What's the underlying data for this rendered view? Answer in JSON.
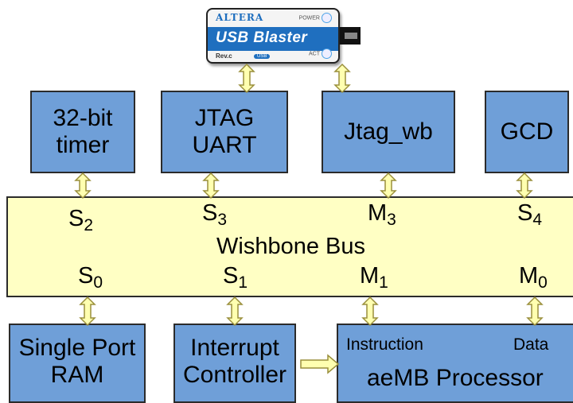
{
  "usb_blaster": {
    "brand": "ALTERA",
    "name": "USB Blaster",
    "power_label": "POWER",
    "rev_label": "Rev.c",
    "usb_tag": "USB",
    "act_label": "ACT"
  },
  "top_blocks": [
    {
      "lines": [
        "32-bit",
        "timer"
      ]
    },
    {
      "lines": [
        "JTAG",
        "UART"
      ]
    },
    {
      "lines": [
        "Jtag_wb"
      ]
    },
    {
      "lines": [
        "GCD"
      ]
    }
  ],
  "bus": {
    "title": "Wishbone Bus",
    "ports_top": [
      {
        "base": "S",
        "sub": "2"
      },
      {
        "base": "S",
        "sub": "3"
      },
      {
        "base": "M",
        "sub": "3"
      },
      {
        "base": "S",
        "sub": "4"
      }
    ],
    "ports_bottom": [
      {
        "base": "S",
        "sub": "0"
      },
      {
        "base": "S",
        "sub": "1"
      },
      {
        "base": "M",
        "sub": "1"
      },
      {
        "base": "M",
        "sub": "0"
      }
    ]
  },
  "bottom_blocks": [
    {
      "lines": [
        "Single Port",
        "RAM"
      ]
    },
    {
      "lines": [
        "Interrupt",
        "Controller"
      ]
    }
  ],
  "processor": {
    "instruction_label": "Instruction",
    "data_label": "Data",
    "name": "aeMB Processor"
  },
  "colors": {
    "block_fill": "#6f9fd8",
    "bus_fill": "#ffffc4",
    "arrow_fill": "#ffffb0",
    "arrow_stroke": "#9a8f3c"
  }
}
